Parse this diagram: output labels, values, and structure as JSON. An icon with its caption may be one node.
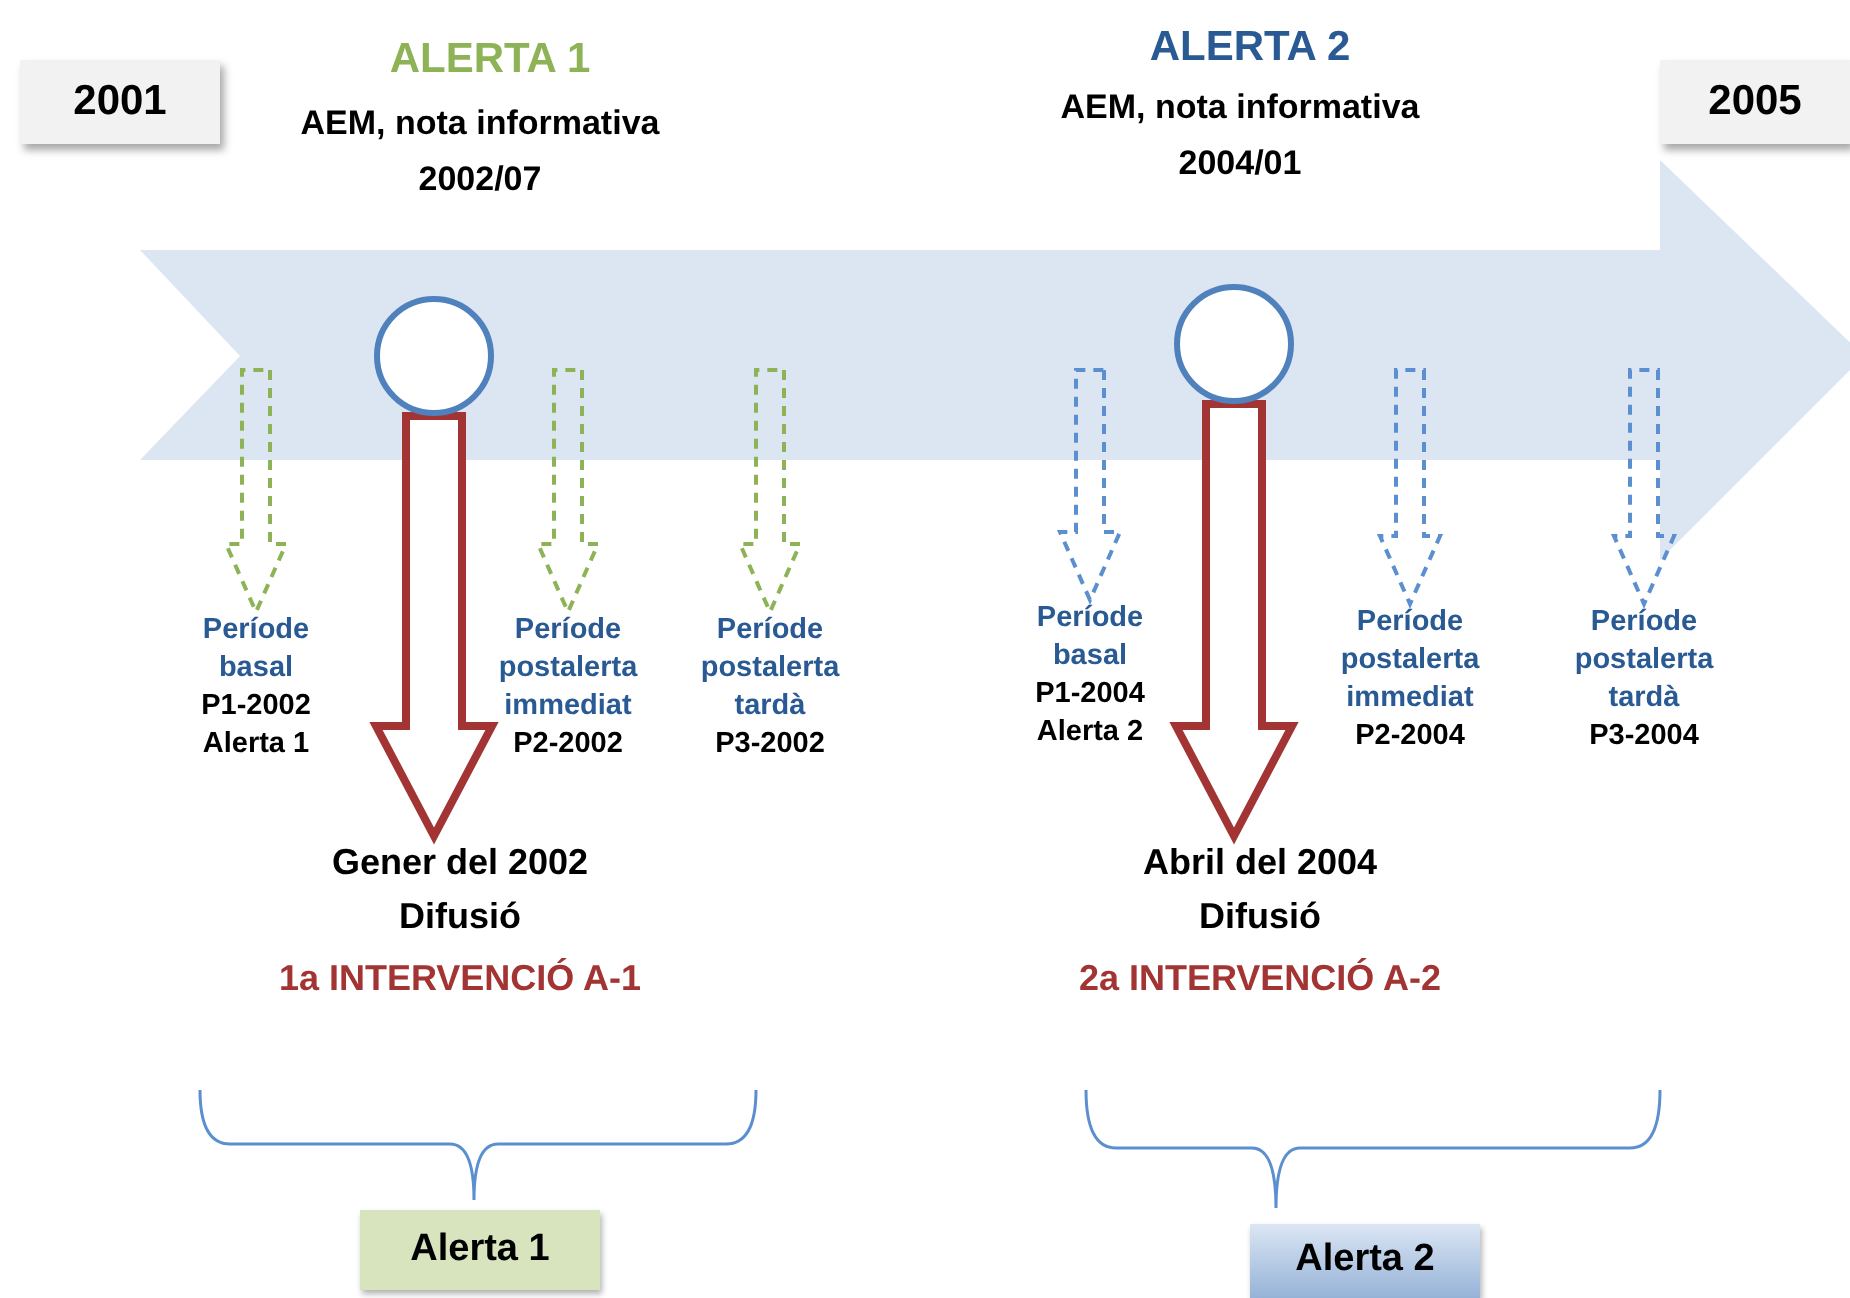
{
  "diagram": {
    "nodes": [
      {
        "text": [
          "2001"
        ]
      },
      {
        "text": [
          "2005"
        ]
      },
      {
        "text": [],
        "shape": "circle"
      },
      {
        "text": [],
        "shape": "circle"
      },
      {
        "text": [
          "Període basal",
          "P1-2002 Alerta 1"
        ]
      },
      {
        "text": [
          "Període postalerta immediat",
          "P2-2002"
        ]
      },
      {
        "text": [
          "Període postalerta tardà",
          "P3-2002"
        ]
      },
      {
        "text": [
          "Període basal",
          "P1-2004 Alerta 2"
        ]
      },
      {
        "text": [
          "Període postalerta immediat",
          "P2-2004"
        ]
      },
      {
        "text": [
          "Període postalerta tardà",
          "P3-2004"
        ]
      },
      {
        "text": [
          "Gener del 2002",
          "Difusió",
          "1a INTERVENCIÓ A-1"
        ]
      },
      {
        "text": [
          "Abril del 2004",
          "Difusió",
          "2a INTERVENCIÓ A-2"
        ]
      },
      {
        "text": [
          "Alerta 1"
        ]
      },
      {
        "text": [
          "Alerta 2"
        ]
      }
    ],
    "edges": [
      {
        "from": null,
        "to": 4,
        "arrow": "to",
        "style": "dashed",
        "color": "#8db356"
      },
      {
        "from": null,
        "to": 5,
        "arrow": "to",
        "style": "dashed",
        "color": "#8db356"
      },
      {
        "from": null,
        "to": 6,
        "arrow": "to",
        "style": "dashed",
        "color": "#8db356"
      },
      {
        "from": null,
        "to": 7,
        "arrow": "to",
        "style": "dashed",
        "color": "#5b8fd0"
      },
      {
        "from": null,
        "to": 8,
        "arrow": "to",
        "style": "dashed",
        "color": "#5b8fd0"
      },
      {
        "from": null,
        "to": 9,
        "arrow": "to",
        "style": "dashed",
        "color": "#5b8fd0"
      },
      {
        "from": 2,
        "to": 10,
        "arrow": "to",
        "style": "thick",
        "color": "#a23434"
      },
      {
        "from": 3,
        "to": 11,
        "arrow": "to",
        "style": "thick",
        "color": "#a23434"
      }
    ],
    "labels": [
      "ALERTA 1",
      "AEM, nota informativa 2002/07",
      "ALERTA 2",
      "AEM, nota informativa 2004/01"
    ]
  }
}
